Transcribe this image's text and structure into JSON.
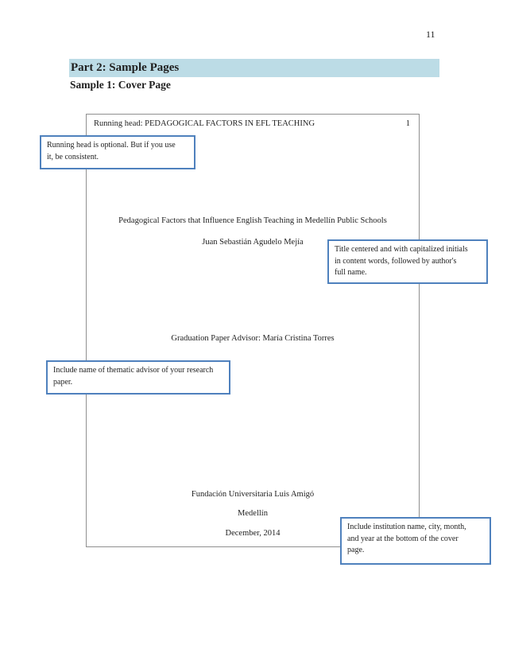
{
  "doc": {
    "page_number": "11",
    "section_heading": "Part 2: Sample Pages",
    "subsection_heading": "Sample 1: Cover Page"
  },
  "cover_page": {
    "running_head": "Running head: PEDAGOGICAL FACTORS IN EFL TEACHING",
    "page_number": "1",
    "title": "Pedagogical Factors that Influence English Teaching in Medellín Public Schools",
    "author": "Juan Sebastián Agudelo Mejía",
    "advisor_line": "Graduation Paper Advisor: María Cristina Torres",
    "institution": "Fundación Universitaria Luis Amigó",
    "city": "Medellín",
    "date": "December, 2014"
  },
  "callouts": {
    "running_head": "Running head is optional. But if you use\nit, be consistent.",
    "title": "Title centered and with capitalized initials\nin content words, followed by author's\nfull name.",
    "advisor": "Include name of thematic advisor of your research\npaper.",
    "institution": "Include institution name, city, month,\nand year at the bottom of the cover\npage."
  },
  "colors": {
    "heading_highlight": "#bcdce6",
    "callout_border": "#4f81bd",
    "frame_border": "#8f8f8f"
  }
}
